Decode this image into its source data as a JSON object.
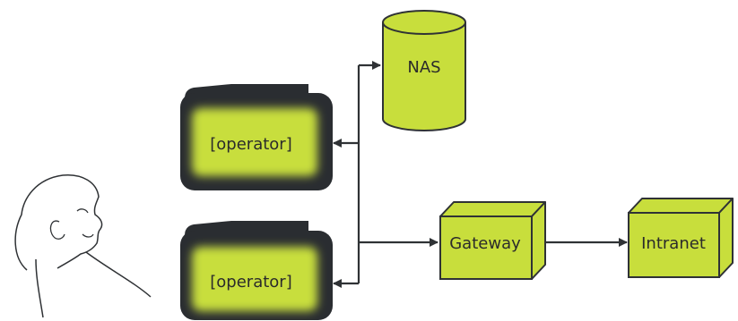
{
  "diagram": {
    "nodes": {
      "nas": {
        "label": "NAS",
        "shape": "cylinder"
      },
      "operator_top": {
        "label": "[operator]",
        "shape": "folder"
      },
      "operator_bottom": {
        "label": "[operator]",
        "shape": "folder"
      },
      "gateway": {
        "label": "Gateway",
        "shape": "cube"
      },
      "intranet": {
        "label": "Intranet",
        "shape": "cube"
      },
      "person": {
        "label": "",
        "shape": "person-outline",
        "icon": "person-head-icon"
      }
    },
    "edges": [
      {
        "from": "bus",
        "to": "nas"
      },
      {
        "from": "bus",
        "to": "operator_top"
      },
      {
        "from": "bus",
        "to": "operator_bottom"
      },
      {
        "from": "bus",
        "to": "gateway"
      },
      {
        "from": "gateway",
        "to": "intranet"
      }
    ],
    "colors": {
      "node_fill": "#c8de3c",
      "node_stroke": "#2f3235",
      "folder_dark": "#2a2d31",
      "line": "#2f3235",
      "background": "#ffffff"
    }
  }
}
